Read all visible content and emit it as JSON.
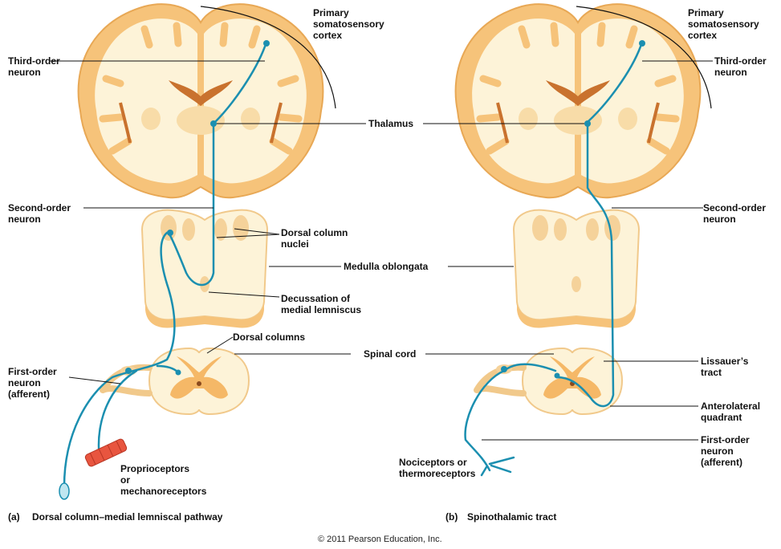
{
  "labels": {
    "primary_cortex_a": "Primary\nsomatosensory\ncortex",
    "primary_cortex_b": "Primary\nsomatosensory\ncortex",
    "third_order_a": "Third-order\nneuron",
    "third_order_b": "Third-order\nneuron",
    "thalamus": "Thalamus",
    "second_order_a": "Second-order\nneuron",
    "second_order_b": "Second-order\nneuron",
    "dorsal_column_nuclei": "Dorsal column\nnuclei",
    "medulla": "Medulla oblongata",
    "decussation": "Decussation of\nmedial lemniscus",
    "dorsal_columns": "Dorsal columns",
    "spinal_cord": "Spinal cord",
    "first_order_a": "First-order\nneuron\n(afferent)",
    "lissauer": "Lissauer’s\ntract",
    "anterolateral": "Anterolateral\nquadrant",
    "first_order_b": "First-order\nneuron\n(afferent)",
    "proprioceptors": "Proprioceptors\nor\nmechanoreceptors",
    "nociceptors": "Nociceptors or\nthermoreceptors"
  },
  "captions": {
    "a_letter": "(a)",
    "a_text": "Dorsal column–medial lemniscal pathway",
    "b_letter": "(b)",
    "b_text": "Spinothalamic tract"
  },
  "copyright": "© 2011 Pearson Education, Inc.",
  "colors": {
    "cortex": "#f6c37a",
    "white_matter": "#fdf3d8",
    "gray_matter": "#f5d29a",
    "neuron": "#1b8fb0",
    "muscle": "#e8553f"
  }
}
